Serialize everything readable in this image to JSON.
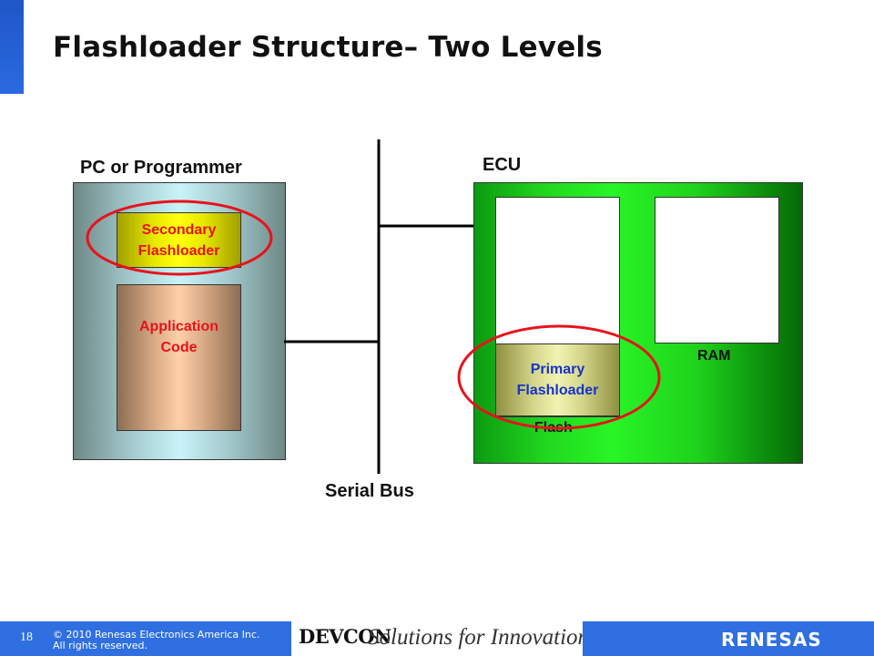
{
  "slide": {
    "title": "Flashloader Structure– Two Levels"
  },
  "diagram": {
    "pc_label": "PC or Programmer",
    "ecu_label": "ECU",
    "bus_label": "Serial Bus",
    "secondary_flashloader": [
      "Secondary",
      "Flashloader"
    ],
    "application_code": [
      "Application",
      "Code"
    ],
    "primary_flashloader": [
      "Primary",
      "Flashloader"
    ],
    "flash_label": "Flash",
    "ram_label": "RAM"
  },
  "footer": {
    "page_number": "18",
    "copyright_line1": "© 2010 Renesas Electronics America Inc.",
    "copyright_line2": "All rights reserved.",
    "event_logo": "DEVCON",
    "tagline": "Solutions for Innovation",
    "company_logo": "RENESAS"
  },
  "colors": {
    "accent_blue": "#2f6fe0",
    "highlight_red": "#e8121b",
    "primary_blue_text": "#1933c8",
    "ecu_green": "#28f526"
  }
}
